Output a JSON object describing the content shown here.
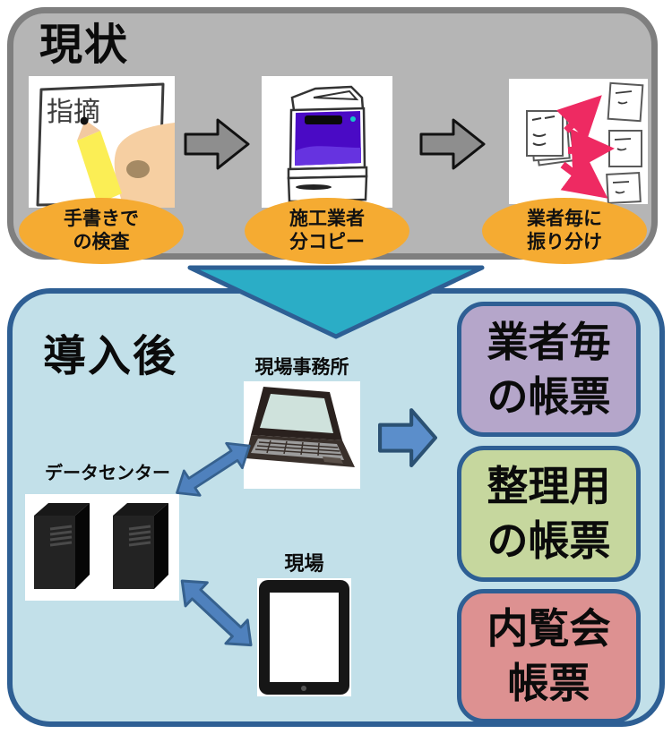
{
  "current": {
    "title": "現状",
    "paper_note_text": "指摘",
    "steps": [
      {
        "caption_line1": "手書きで",
        "caption_line2": "の検査",
        "icon": "handwriting-inspection-icon"
      },
      {
        "caption_line1": "施工業者",
        "caption_line2": "分コピー",
        "icon": "copier-icon"
      },
      {
        "caption_line1": "業者毎に",
        "caption_line2": "振り分け",
        "icon": "paper-distribution-icon"
      }
    ]
  },
  "after": {
    "title": "導入後",
    "datacenter_label": "データセンター",
    "site_office_label": "現場事務所",
    "site_label": "現場",
    "outputs": [
      {
        "line1": "業者毎",
        "line2": "の帳票",
        "color": "#b5a6ca"
      },
      {
        "line1": "整理用",
        "line2": "の帳票",
        "color": "#c6d79e"
      },
      {
        "line1": "内覧会",
        "line2": "帳票",
        "color": "#dd9191"
      }
    ]
  },
  "colors": {
    "current_panel_bg": "#b5b5b5",
    "current_panel_border": "#7f7f7f",
    "caption_ellipse_bg": "#f5ab32",
    "flow_arrow_gray": "#8e8e8e",
    "transition_fill": "#2badc6",
    "after_panel_bg": "#c2e0e9",
    "panel_border_navy": "#2e5f94",
    "sync_arrow_blue": "#4f81bd",
    "output_arrow_blue": "#5b8ecb",
    "distribution_arrow_pink": "#ee2a62"
  }
}
